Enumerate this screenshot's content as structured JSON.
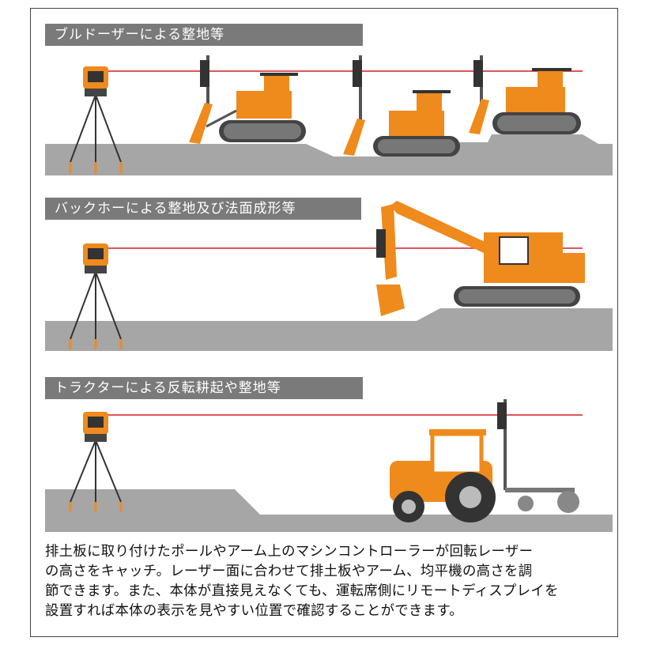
{
  "sections": [
    {
      "title": "ブルドーザーによる整地等"
    },
    {
      "title": "バックホーによる整地及び法面成形等"
    },
    {
      "title": "トラクターによる反転耕起や整地等"
    }
  ],
  "description_lines": [
    "排土板に取り付けたポールやアーム上のマシンコントローラーが回転レーザー",
    "の高さをキャッチ。レーザー面に合わせて排土板やアーム、均平機の高さを調",
    "節できます。また、本体が直接見えなくても、運転席側にリモートディスプレイを",
    "設置すれば本体の表示を見やすい位置で確認することができます。"
  ],
  "colors": {
    "laser_line": "#d21f26",
    "ground": "#a6a6a6",
    "machine_orange": "#ef8a1c",
    "title_bar": "#7a7a7a"
  }
}
